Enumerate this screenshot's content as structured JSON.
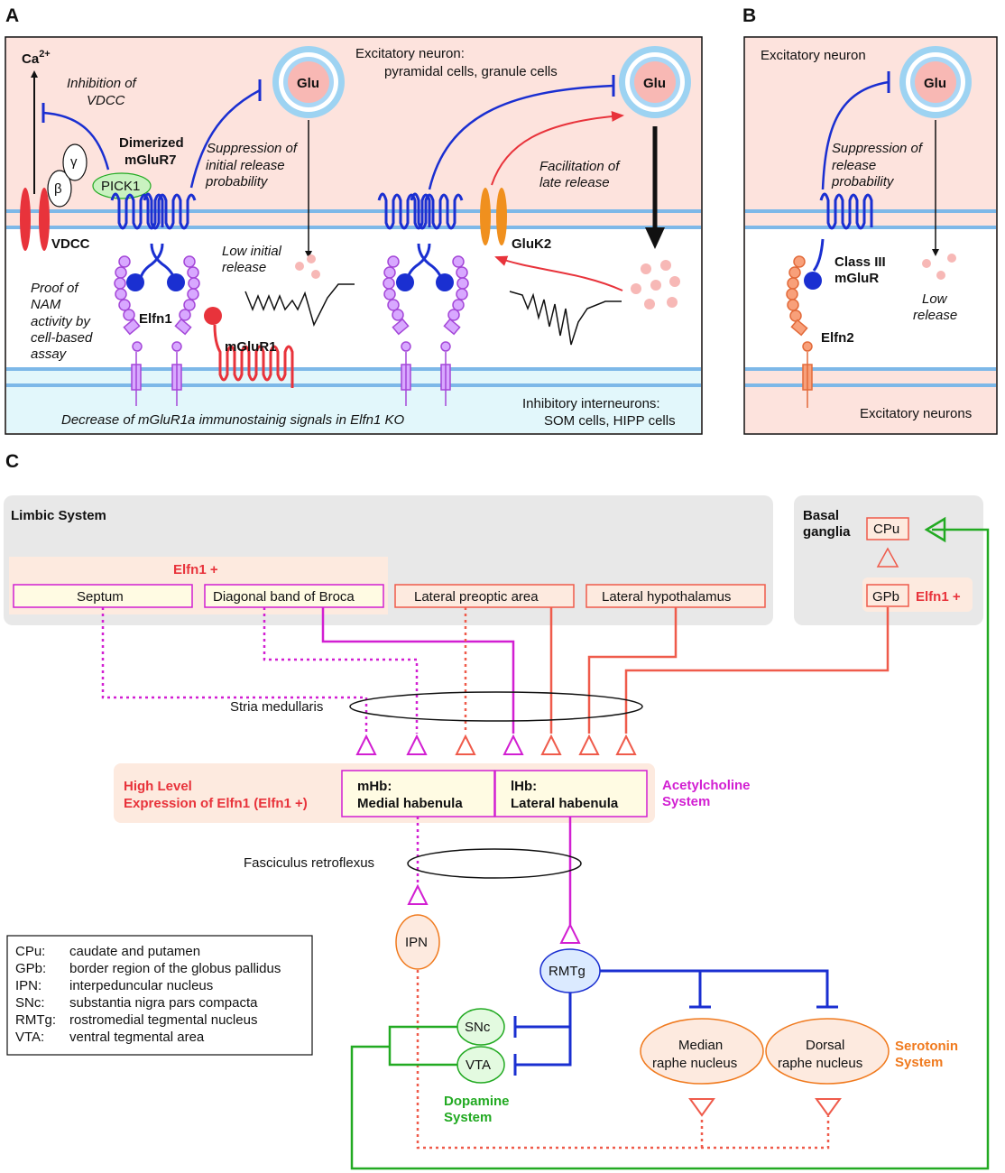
{
  "panels": {
    "a": "A",
    "b": "B",
    "c": "C"
  },
  "panel_a": {
    "ca": "Ca",
    "ca_sup": "2+",
    "inhibition_vdcc": [
      "Inhibition of",
      "VDCC"
    ],
    "excitatory": [
      "Excitatory neuron:",
      "pyramidal cells, granule cells"
    ],
    "glu": "Glu",
    "dimerized": [
      "Dimerized",
      "mGluR7"
    ],
    "suppression": [
      "Suppression of",
      "initial release",
      "probability"
    ],
    "facilitation": [
      "Facilitation of",
      "late release"
    ],
    "pick1": "PICK1",
    "vdcc": "VDCC",
    "gluk2": "GluK2",
    "low_initial": [
      "Low initial",
      "release"
    ],
    "greek": {
      "alpha": "γ",
      "beta": "β"
    },
    "proof": [
      "Proof of",
      "NAM",
      "activity by",
      "cell-based",
      "assay"
    ],
    "elfn1": "Elfn1",
    "mglur1": "mGluR1",
    "decrease": "Decrease of mGluR1a immunostainig signals in Elfn1 KO",
    "inhibitory": [
      "Inhibitory interneurons:",
      "SOM cells, HIPP cells"
    ]
  },
  "panel_b": {
    "excitatory": "Excitatory neuron",
    "glu": "Glu",
    "suppression": [
      "Suppression of",
      "release",
      "probability"
    ],
    "class3": [
      "Class III",
      "mGluR"
    ],
    "low": [
      "Low",
      "release"
    ],
    "elfn2": "Elfn2",
    "neurons": "Excitatory neurons"
  },
  "panel_c": {
    "limbic": "Limbic System",
    "elfn1_plus": "Elfn1 +",
    "septum": "Septum",
    "dbb": "Diagonal band of Broca",
    "lpa": "Lateral preoptic area",
    "lh": "Lateral hypothalamus",
    "basal": [
      "Basal",
      "ganglia"
    ],
    "cpu": "CPu",
    "gpb": "GPb",
    "gpb_elfn": "Elfn1 +",
    "stria": "Stria medullaris",
    "high_level": [
      "High Level",
      "Expression of Elfn1 (Elfn1 +)"
    ],
    "mhb": [
      "mHb:",
      "Medial habenula"
    ],
    "lhb": [
      "lHb:",
      "Lateral habenula"
    ],
    "ach": [
      "Acetylcholine",
      "System"
    ],
    "fasciculus": "Fasciculus retroflexus",
    "ipn": "IPN",
    "rmtg": "RMTg",
    "snc": "SNc",
    "vta": "VTA",
    "dopamine": [
      "Dopamine",
      "System"
    ],
    "median": [
      "Median",
      "raphe nucleus"
    ],
    "dorsal": [
      "Dorsal",
      "raphe nucleus"
    ],
    "serotonin": [
      "Serotonin",
      "System"
    ],
    "legend": [
      {
        "abbr": "CPu:",
        "desc": "caudate and putamen"
      },
      {
        "abbr": "GPb:",
        "desc": "border region of the globus pallidus"
      },
      {
        "abbr": "IPN:",
        "desc": "interpeduncular nucleus"
      },
      {
        "abbr": "SNc:",
        "desc": "substantia nigra pars compacta"
      },
      {
        "abbr": "RMTg:",
        "desc": "rostromedial tegmental nucleus"
      },
      {
        "abbr": "VTA:",
        "desc": "ventral tegmental area"
      }
    ]
  },
  "colors": {
    "magenta": "#d21fd2",
    "red": "#e8333b",
    "salmon": "#ef5b4b",
    "orange": "#f07a1e",
    "green": "#22aa22",
    "blue": "#1a2fd1",
    "purple": "#a447d8",
    "membrane": "#7db8e8",
    "panel_pink": "#fde3dd",
    "cyan_bg": "#e2f7fb",
    "grey_bg": "#e8e8e8",
    "cream": "#fffbe3"
  }
}
